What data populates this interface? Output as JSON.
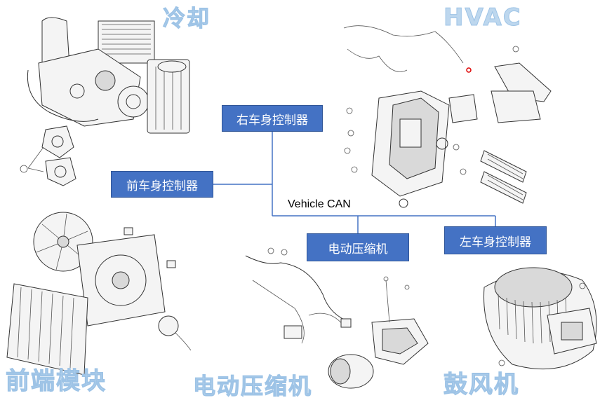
{
  "sections": {
    "cooling": "冷却",
    "hvac": "HVAC",
    "front_end_module": "前端模块",
    "e_compressor": "电动压缩机",
    "blower": "鼓风机"
  },
  "network": {
    "bus_label": "Vehicle CAN",
    "nodes": {
      "right_body_controller": "右车身控制器",
      "front_body_controller": "前车身控制器",
      "e_compressor": "电动压缩机",
      "left_body_controller": "左车身控制器"
    },
    "line_color": "#4472c4"
  },
  "colors": {
    "node_fill": "#4472c4",
    "title_fill": "#bdd7ee"
  }
}
